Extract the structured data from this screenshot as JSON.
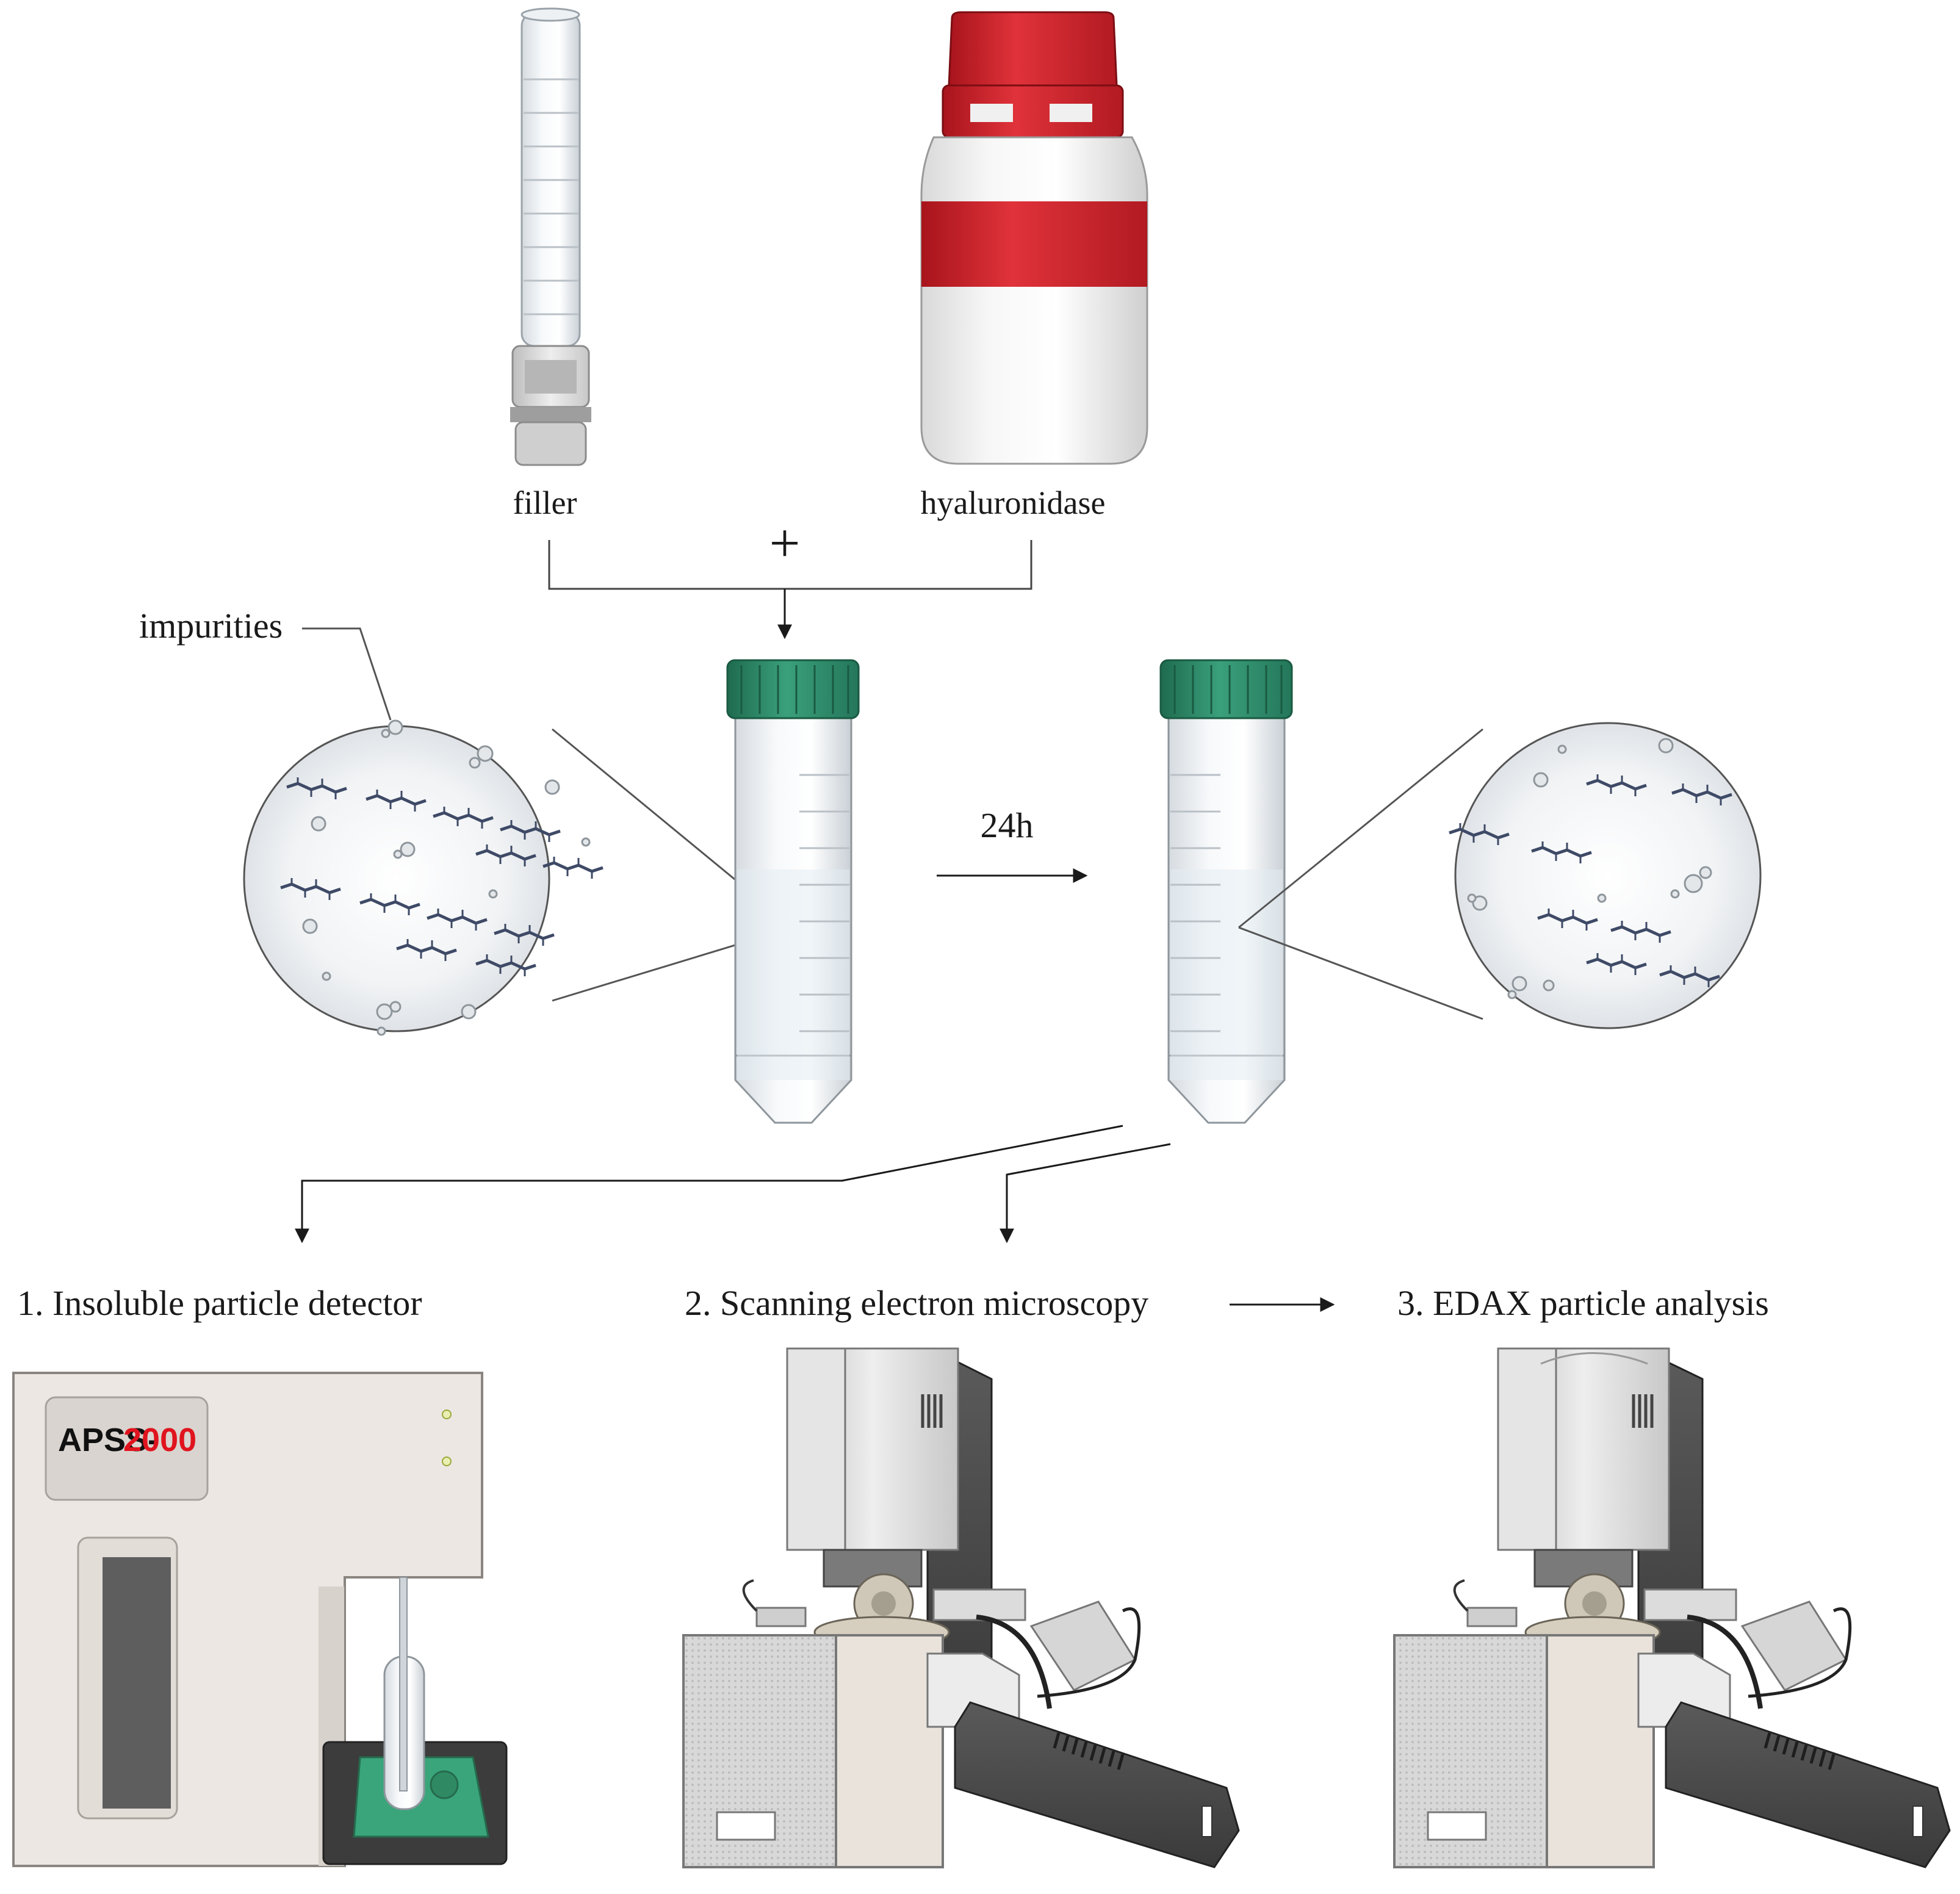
{
  "labels": {
    "filler": "filler",
    "hyaluronidase": "hyaluronidase",
    "plus": "+",
    "impurities": "impurities",
    "time": "24h",
    "step1": "1. Insoluble particle detector",
    "step2": "2. Scanning electron microscopy",
    "step3": "3. EDAX particle analysis"
  },
  "device": {
    "brand_prefix": "APSS-",
    "brand_suffix": "2000"
  },
  "colors": {
    "cap_red": "#c9202a",
    "tube_cap_green": "#2e8b6a",
    "tray_green": "#3aa57a",
    "brand_red": "#e0141e",
    "cabinet": "#ece7e2",
    "dark_panel": "#606060"
  }
}
